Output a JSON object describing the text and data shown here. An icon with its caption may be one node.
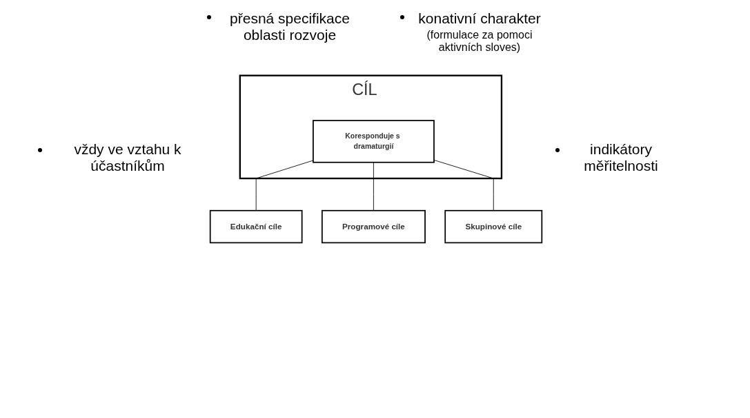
{
  "diagram": {
    "nodes": [
      {
        "text": [
          "CÍL"
        ]
      },
      {
        "text": [
          "Koresponduje s dramaturgií"
        ],
        "in": 0
      },
      {
        "text": [
          "Edukační cíle"
        ]
      },
      {
        "text": [
          "Programové cíle"
        ]
      },
      {
        "text": [
          "Skupinové cíle"
        ]
      }
    ],
    "edges": [
      {
        "from": 1,
        "to": 2,
        "arrow": "none"
      },
      {
        "from": 1,
        "to": 3,
        "arrow": "none"
      },
      {
        "from": 1,
        "to": 4,
        "arrow": "none"
      }
    ],
    "labels": [
      "přesná specifikace oblasti rozvoje",
      "konativní charakter",
      "(formulace za pomoci aktivních sloves)",
      "vždy ve vztahu k účastníkům",
      "indikátory měřitelnosti"
    ]
  }
}
